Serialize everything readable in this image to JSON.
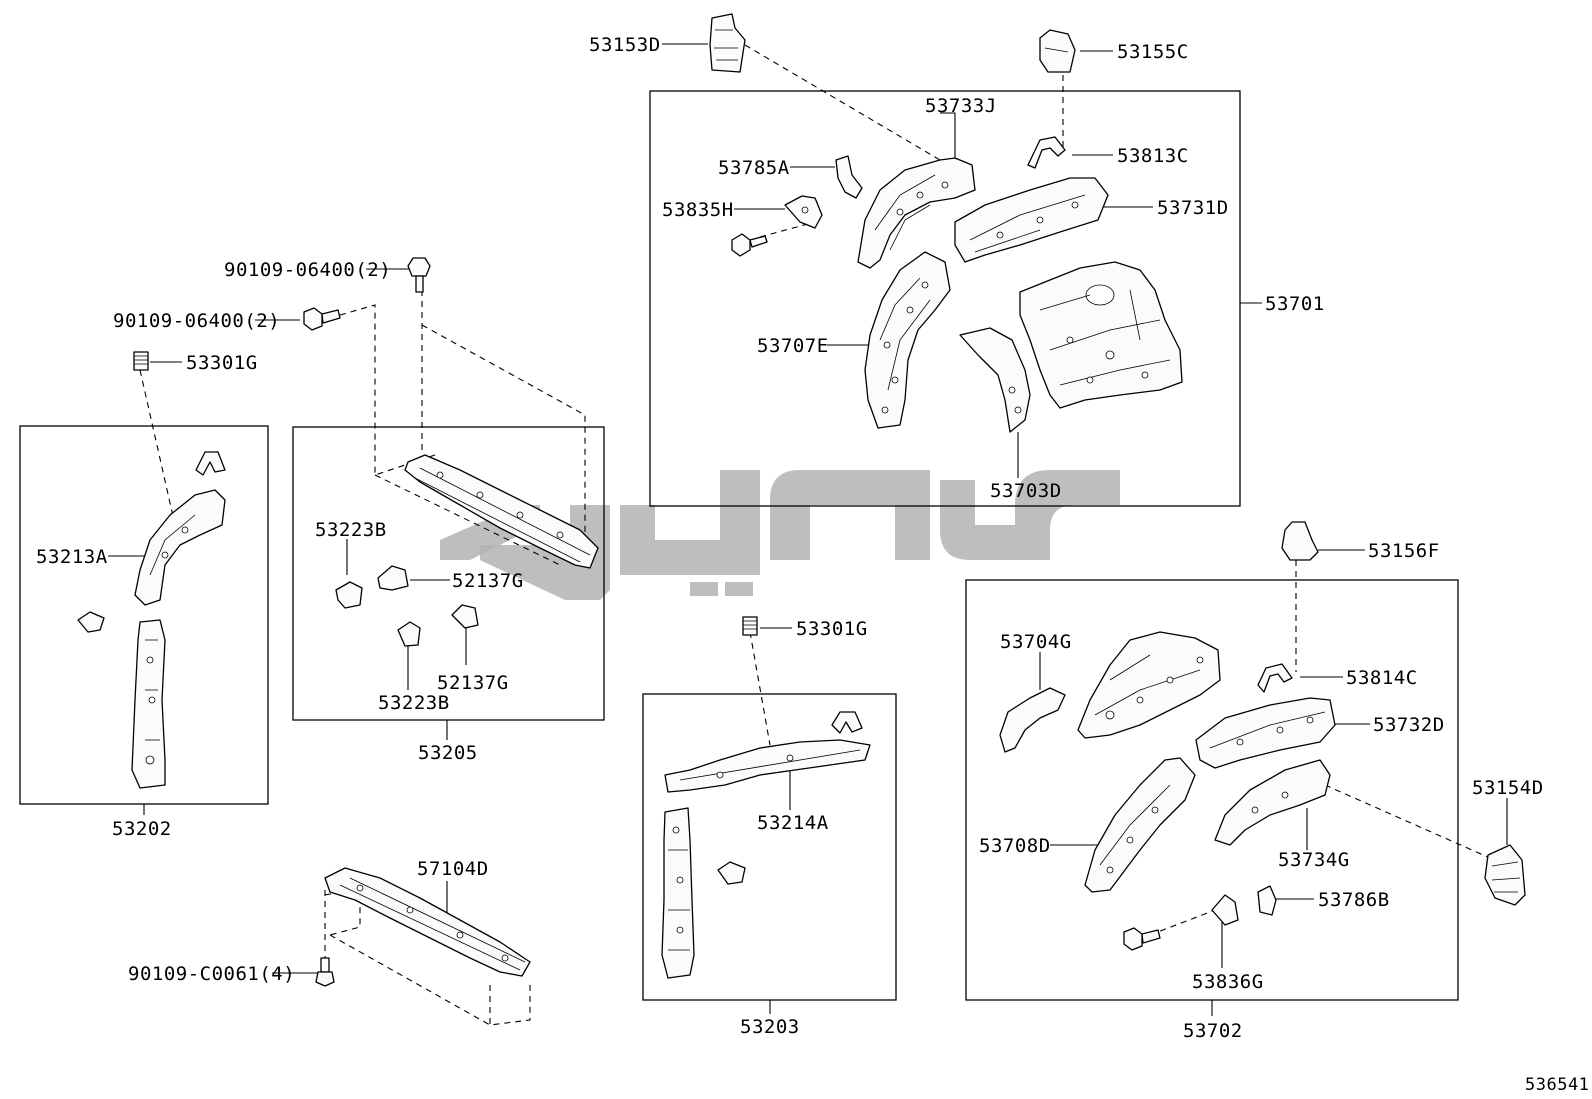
{
  "labels": {
    "p53153D": "53153D",
    "p53155C": "53155C",
    "p53733J": "53733J",
    "p53785A": "53785A",
    "p53813C": "53813C",
    "p53835H": "53835H",
    "p53731D": "53731D",
    "p53701": "53701",
    "p53707E": "53707E",
    "p53703D": "53703D",
    "p90109_06400_a": "90109-06400(2)",
    "p90109_06400_b": "90109-06400(2)",
    "p53301G_a": "53301G",
    "p53213A": "53213A",
    "p53202": "53202",
    "p53223B_a": "53223B",
    "p52137G_a": "52137G",
    "p52137G_b": "52137G",
    "p53223B_b": "53223B",
    "p53205": "53205",
    "p53301G_b": "53301G",
    "p53214A": "53214A",
    "p53203": "53203",
    "p57104D": "57104D",
    "p90109_C0061": "90109-C0061(4)",
    "p53156F": "53156F",
    "p53704G": "53704G",
    "p53814C": "53814C",
    "p53732D": "53732D",
    "p53154D": "53154D",
    "p53708D": "53708D",
    "p53734G": "53734G",
    "p53786B": "53786B",
    "p53836G": "53836G",
    "p53702": "53702"
  },
  "reference": "536541",
  "colors": {
    "line": "#000000",
    "watermark": "#b3b3b3",
    "background": "#ffffff"
  }
}
